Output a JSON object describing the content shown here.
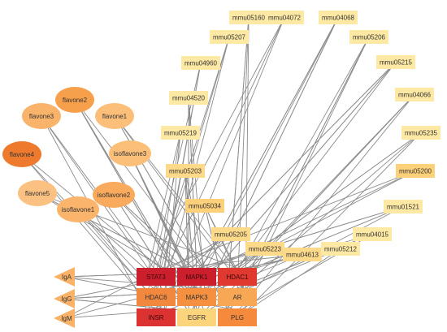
{
  "pathways": [
    {
      "id": "mmu04072",
      "label": "mmu04072",
      "color": "#fde9a3"
    },
    {
      "id": "mmu05160",
      "label": "mmu05160",
      "color": "#fde9a3"
    },
    {
      "id": "mmu04068",
      "label": "mmu04068",
      "color": "#fde9a3"
    },
    {
      "id": "mmu05207",
      "label": "mmu05207",
      "color": "#fde9a3"
    },
    {
      "id": "mmu05206",
      "label": "mmu05206",
      "color": "#fde9a3"
    },
    {
      "id": "mmu05215",
      "label": "mmu05215",
      "color": "#fde9a3"
    },
    {
      "id": "mmu04960",
      "label": "mmu04960",
      "color": "#fde9a3"
    },
    {
      "id": "mmu04066",
      "label": "mmu04066",
      "color": "#fde9a3"
    },
    {
      "id": "mmu04520",
      "label": "mmu04520",
      "color": "#fde9a3"
    },
    {
      "id": "mmu05219",
      "label": "mmu05219",
      "color": "#fde9a3"
    },
    {
      "id": "mmu05235",
      "label": "mmu05235",
      "color": "#fde9a3"
    },
    {
      "id": "mmu05203",
      "label": "mmu05203",
      "color": "#fdd98a"
    },
    {
      "id": "mmu05200",
      "label": "mmu05200",
      "color": "#fdd07a"
    },
    {
      "id": "mmu05034",
      "label": "mmu05034",
      "color": "#fdd07a"
    },
    {
      "id": "mmu01521",
      "label": "mmu01521",
      "color": "#fde9a3"
    },
    {
      "id": "mmu05205",
      "label": "mmu05205",
      "color": "#fdd98a"
    },
    {
      "id": "mmu04015",
      "label": "mmu04015",
      "color": "#fde9a3"
    },
    {
      "id": "mmu05223",
      "label": "mmu05223",
      "color": "#fdd98a"
    },
    {
      "id": "mmu04613",
      "label": "mmu04613",
      "color": "#fdd98a"
    },
    {
      "id": "mmu05212",
      "label": "mmu05212",
      "color": "#fde9a3"
    }
  ],
  "compounds": [
    {
      "id": "flavone2",
      "label": "flavone2",
      "color": "#f7a04c"
    },
    {
      "id": "flavone3",
      "label": "flavone3",
      "color": "#fab36a"
    },
    {
      "id": "flavone1",
      "label": "flavone1",
      "color": "#fbbf7a"
    },
    {
      "id": "isoflavone3",
      "label": "isoflavone3",
      "color": "#fbbf7a"
    },
    {
      "id": "flavone4",
      "label": "flavone4",
      "color": "#ee7a2e"
    },
    {
      "id": "flavone5",
      "label": "flavone5",
      "color": "#fbc182"
    },
    {
      "id": "isoflavone2",
      "label": "isoflavone2",
      "color": "#f9aa5c"
    },
    {
      "id": "isoflavone1",
      "label": "isoflavone1",
      "color": "#fbb46c"
    }
  ],
  "antibodies": [
    {
      "id": "IgA",
      "label": "IgA",
      "color": "#f9b267"
    },
    {
      "id": "IgG",
      "label": "IgG",
      "color": "#f9b267"
    },
    {
      "id": "IgM",
      "label": "IgM",
      "color": "#f9b267"
    }
  ],
  "targets": [
    {
      "id": "STAT3",
      "label": "STAT3",
      "color": "#cc1f2e"
    },
    {
      "id": "MAPK1",
      "label": "MAPK1",
      "color": "#cc1f2e"
    },
    {
      "id": "HDAC1",
      "label": "HDAC1",
      "color": "#e0392f"
    },
    {
      "id": "HDAC6",
      "label": "HDAC6",
      "color": "#f2883e"
    },
    {
      "id": "MAPK3",
      "label": "MAPK3",
      "color": "#f4903f"
    },
    {
      "id": "AR",
      "label": "AR",
      "color": "#f8a855"
    },
    {
      "id": "INSR",
      "label": "INSR",
      "color": "#dc3232"
    },
    {
      "id": "EGFR",
      "label": "EGFR",
      "color": "#fcd47c"
    },
    {
      "id": "PLG",
      "label": "PLG",
      "color": "#f58a3d"
    }
  ]
}
